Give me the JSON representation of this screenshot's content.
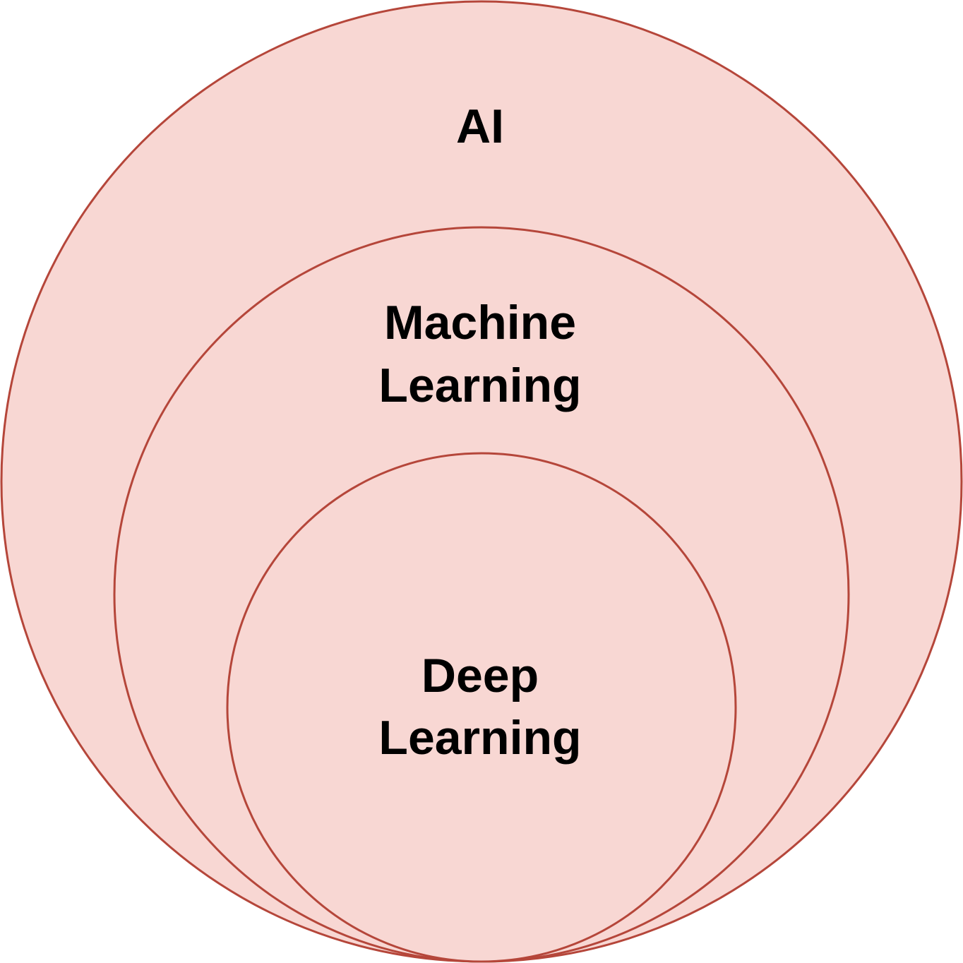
{
  "diagram": {
    "type": "nested-circles",
    "colors": {
      "fill": "#F8D7D3",
      "stroke": "#B5463A",
      "text": "#000000"
    },
    "circles": [
      {
        "id": "ai",
        "label_lines": [
          "AI"
        ]
      },
      {
        "id": "machine-learning",
        "label_lines": [
          "Machine",
          "Learning"
        ]
      },
      {
        "id": "deep-learning",
        "label_lines": [
          "Deep",
          "Learning"
        ]
      }
    ]
  }
}
